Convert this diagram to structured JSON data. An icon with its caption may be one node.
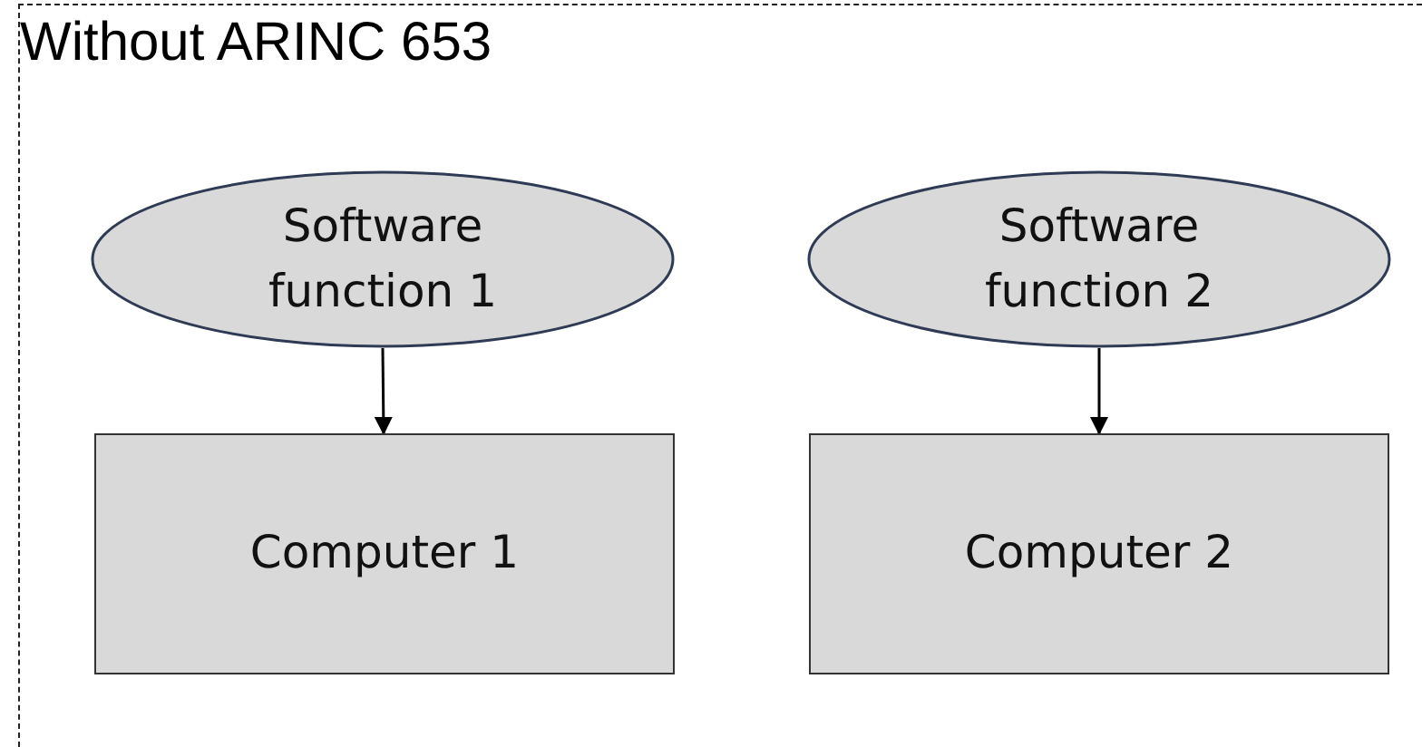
{
  "diagram": {
    "nodes": [
      {
        "text": [
          "Without ARINC 653"
        ]
      },
      {
        "text": [
          "Software function 1"
        ],
        "in": 0
      },
      {
        "text": [
          "Computer 1"
        ],
        "in": 0
      },
      {
        "text": [
          "Software function 2"
        ],
        "in": 0
      },
      {
        "text": [
          "Computer 2"
        ],
        "in": 0
      }
    ],
    "edges": [
      {
        "from": 1,
        "to": 2,
        "arrow": "to"
      },
      {
        "from": 3,
        "to": 4,
        "arrow": "to"
      }
    ]
  }
}
